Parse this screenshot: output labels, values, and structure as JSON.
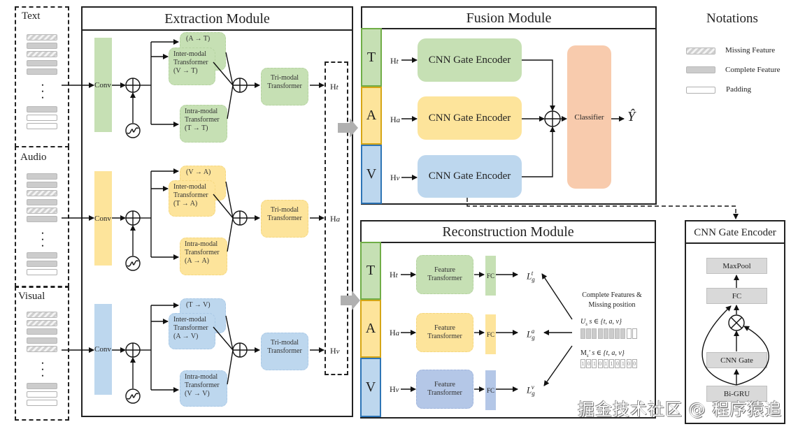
{
  "inputs": {
    "text": {
      "label": "Text",
      "bars": [
        "missing",
        "complete",
        "missing",
        "complete",
        "complete"
      ],
      "tail": [
        "complete",
        "padding",
        "padding"
      ]
    },
    "audio": {
      "label": "Audio",
      "bars": [
        "complete",
        "complete",
        "missing",
        "complete",
        "missing",
        "complete"
      ],
      "tail": [
        "complete",
        "complete",
        "padding"
      ]
    },
    "visual": {
      "label": "Visual",
      "bars": [
        "missing",
        "missing",
        "complete",
        "complete",
        "missing"
      ],
      "tail": [
        "complete",
        "padding",
        "padding"
      ]
    }
  },
  "extraction": {
    "title": "Extraction Module",
    "conv_label": "Conv",
    "rows": [
      {
        "color": "#c6e0b4",
        "inter_top": "(A → T)",
        "inter_l1": "Inter-modal",
        "inter_l2": "Transformer",
        "inter_l3": "(V → T)",
        "intra_l1": "Intra-modal",
        "intra_l2": "Transformer",
        "intra_l3": "(T → T)",
        "tri_l1": "Tri-modal",
        "tri_l2": "Transformer",
        "out": "H",
        "sub": "t"
      },
      {
        "color": "#fde49b",
        "inter_top": "(V → A)",
        "inter_l1": "Inter-modal",
        "inter_l2": "Transformer",
        "inter_l3": "(T → A)",
        "intra_l1": "Intra-modal",
        "intra_l2": "Transformer",
        "intra_l3": "(A → A)",
        "tri_l1": "Tri-modal",
        "tri_l2": "Transformer",
        "out": "H",
        "sub": "a"
      },
      {
        "color": "#bdd7ee",
        "inter_top": "(T → V)",
        "inter_l1": "Inter-modal",
        "inter_l2": "Transformer",
        "inter_l3": "(A → V)",
        "intra_l1": "Intra-modal",
        "intra_l2": "Transformer",
        "intra_l3": "(V → V)",
        "tri_l1": "Tri-modal",
        "tri_l2": "Transformer",
        "out": "H",
        "sub": "v"
      }
    ]
  },
  "fusion": {
    "title": "Fusion Module",
    "tabs": [
      "T",
      "A",
      "V"
    ],
    "encoders": [
      {
        "in": "H",
        "sub": "t",
        "label": "CNN Gate Encoder"
      },
      {
        "in": "H",
        "sub": "a",
        "label": "CNN Gate Encoder"
      },
      {
        "in": "H",
        "sub": "v",
        "label": "CNN Gate Encoder"
      }
    ],
    "classifier": "Classifier",
    "output": "Ŷ"
  },
  "reconstruction": {
    "title": "Reconstruction Module",
    "tabs": [
      "T",
      "A",
      "V"
    ],
    "rows": [
      {
        "in": "H",
        "sub": "t",
        "l1": "Feature",
        "l2": "Transformer",
        "fc": "FC",
        "loss": "L",
        "loss_sub": "g",
        "loss_sup": "t"
      },
      {
        "in": "H",
        "sub": "a",
        "l1": "Feature",
        "l2": "Transformer",
        "fc": "FC",
        "loss": "L",
        "loss_sub": "g",
        "loss_sup": "a"
      },
      {
        "in": "H",
        "sub": "v",
        "l1": "Feature",
        "l2": "Transformer",
        "fc": "FC",
        "loss": "L",
        "loss_sub": "g",
        "loss_sup": "v"
      }
    ],
    "side_title_1": "Complete Features  &",
    "side_title_2": "Missing position",
    "u_label": "U",
    "u_sub": "s",
    "u_set": " s ∈ {t, a, v}",
    "u_cells": [
      "complete",
      "complete",
      "complete",
      "complete",
      "complete",
      "complete",
      "complete",
      "complete",
      "padding",
      "padding"
    ],
    "m_label": "M",
    "m_sub": "s",
    "m_set": "′ s ∈ {t, a, v}",
    "m_cells": [
      "1",
      "0",
      "1",
      "0",
      "1",
      "1",
      "0",
      "1",
      "0",
      "0"
    ]
  },
  "notations": {
    "title": "Notations",
    "items": [
      {
        "type": "missing",
        "label": "Missing Feature"
      },
      {
        "type": "complete",
        "label": "Complete Feature"
      },
      {
        "type": "padding",
        "label": "Padding"
      }
    ]
  },
  "cnn_gate_encoder": {
    "title": "CNN Gate Encoder",
    "blocks": [
      "MaxPool",
      "FC",
      "CNN Gate",
      "Bi-GRU"
    ],
    "op": "⊗"
  },
  "watermark": "掘金技术社区 @ 程序猿追"
}
